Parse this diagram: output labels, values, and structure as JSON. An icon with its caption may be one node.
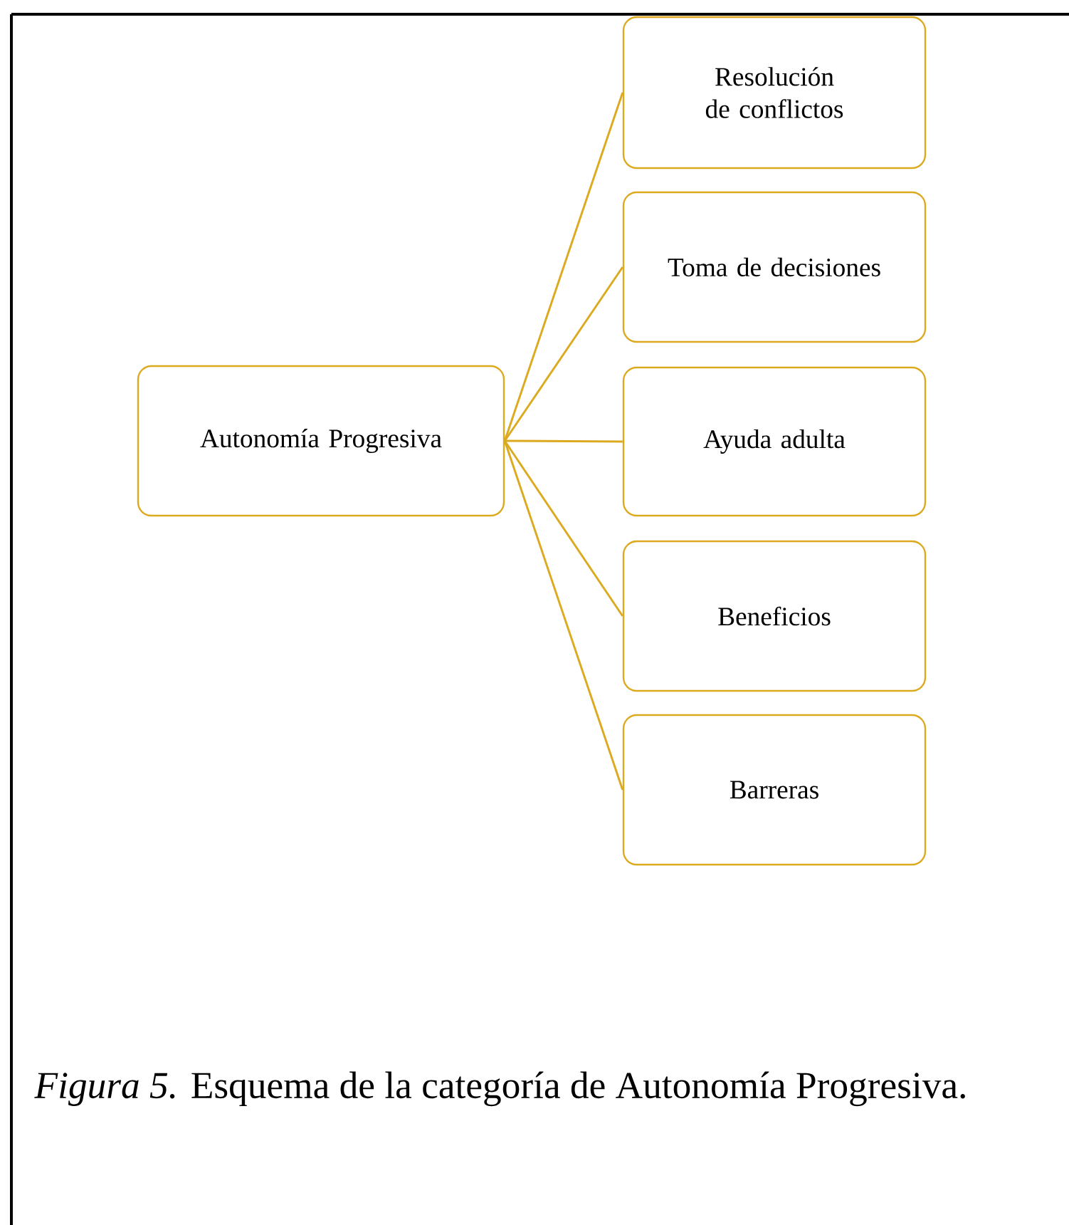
{
  "diagram": {
    "caption": "*Figura 5.* Esquema de la categoría de Autonomía Progresiva.",
    "nodes": [
      {
        "text": [
          "Autonomía Progresiva"
        ]
      },
      {
        "text": [
          "Resolución de conflictos"
        ]
      },
      {
        "text": [
          "Toma de decisiones"
        ]
      },
      {
        "text": [
          "Ayuda adulta"
        ]
      },
      {
        "text": [
          "Beneficios"
        ]
      },
      {
        "text": [
          "Barreras"
        ]
      }
    ],
    "edges": [
      {
        "from": 0,
        "to": 1,
        "arrow": "none"
      },
      {
        "from": 0,
        "to": 2,
        "arrow": "none"
      },
      {
        "from": 0,
        "to": 3,
        "arrow": "none"
      },
      {
        "from": 0,
        "to": 4,
        "arrow": "none"
      },
      {
        "from": 0,
        "to": 5,
        "arrow": "none"
      }
    ]
  }
}
